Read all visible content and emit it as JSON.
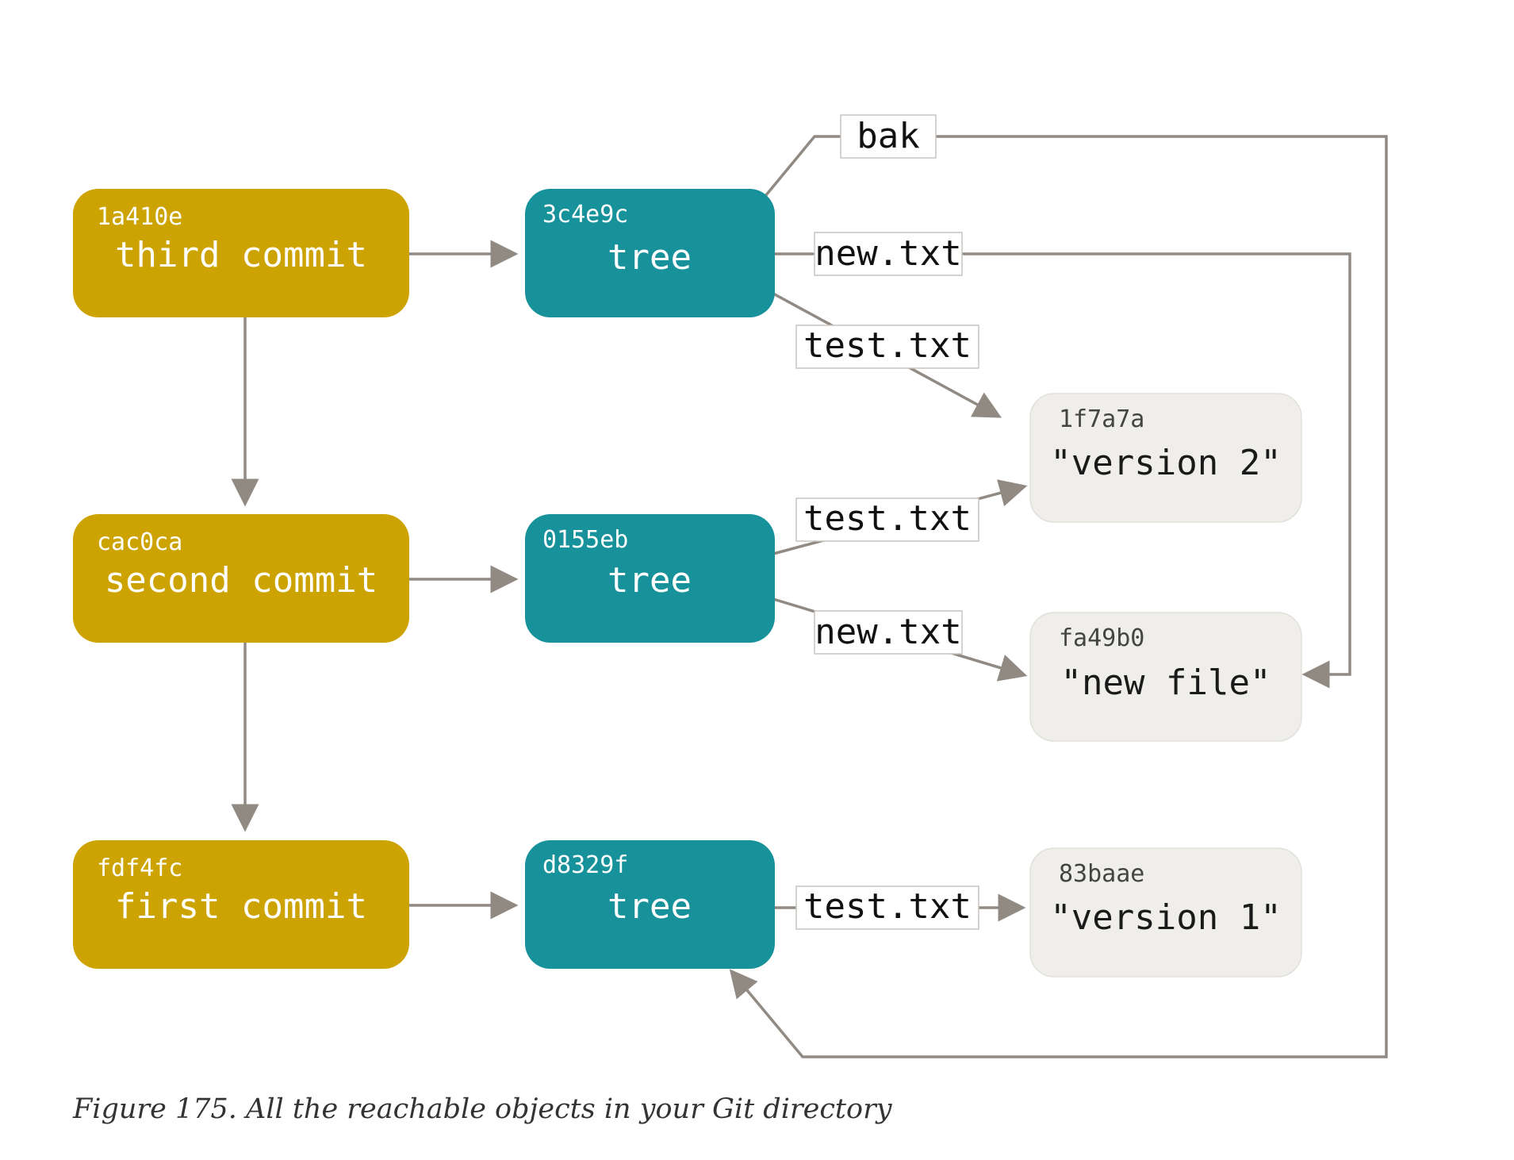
{
  "colors": {
    "commit": "#cca300",
    "tree": "#17919a",
    "blob": "#efeeea",
    "arrow": "#918a83"
  },
  "commits": [
    {
      "hash": "1a410e",
      "label": "third commit"
    },
    {
      "hash": "cac0ca",
      "label": "second commit"
    },
    {
      "hash": "fdf4fc",
      "label": "first commit"
    }
  ],
  "trees": [
    {
      "hash": "3c4e9c",
      "label": "tree"
    },
    {
      "hash": "0155eb",
      "label": "tree"
    },
    {
      "hash": "d8329f",
      "label": "tree"
    }
  ],
  "blobs": [
    {
      "hash": "1f7a7a",
      "label": "\"version 2\""
    },
    {
      "hash": "fa49b0",
      "label": "\"new file\""
    },
    {
      "hash": "83baae",
      "label": "\"version 1\""
    }
  ],
  "edge_labels": {
    "bak": "bak",
    "tree1_new": "new.txt",
    "tree1_test": "test.txt",
    "tree2_test": "test.txt",
    "tree2_new": "new.txt",
    "tree3_test": "test.txt"
  },
  "caption": "Figure 175. All the reachable objects in your Git directory"
}
